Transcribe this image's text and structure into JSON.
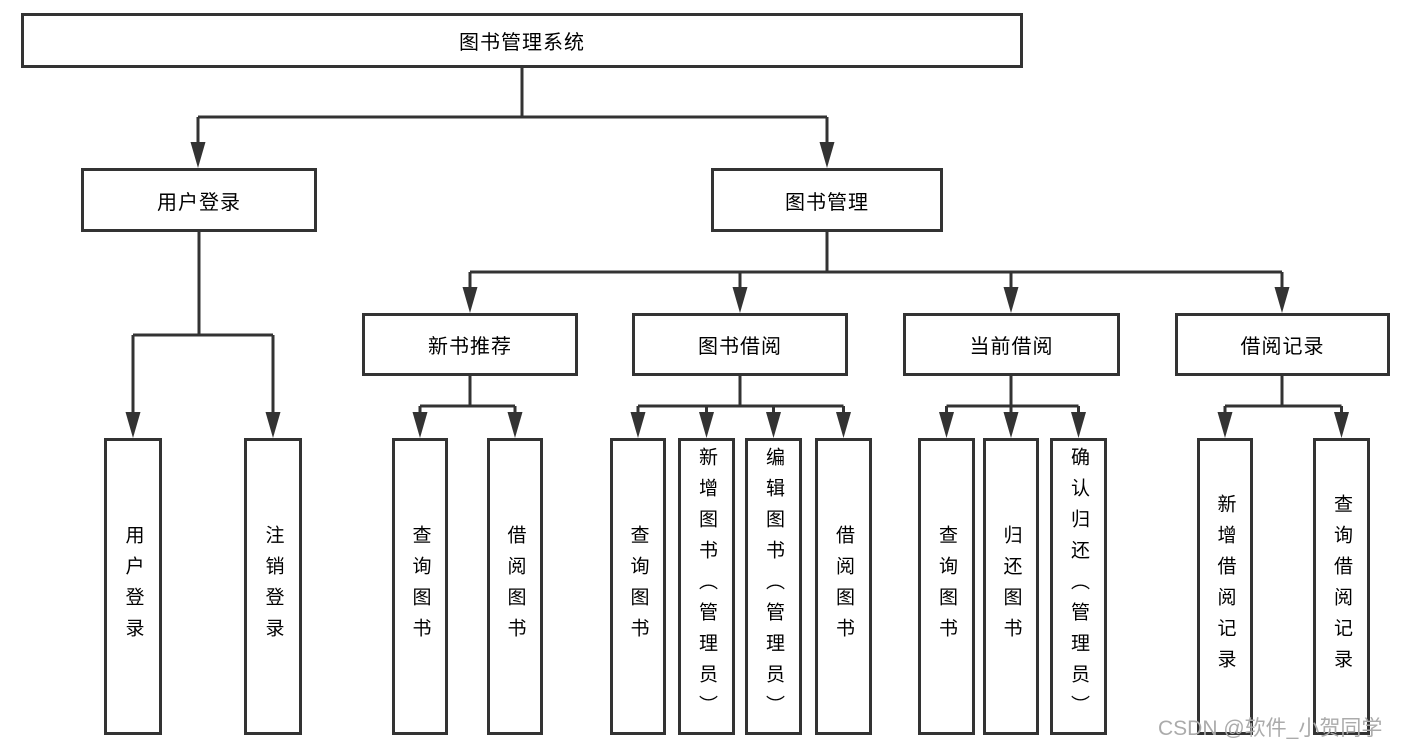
{
  "tree": {
    "label": "图书管理系统",
    "children": [
      {
        "label": "用户登录",
        "children": [
          {
            "label": "用户登录"
          },
          {
            "label": "注销登录"
          }
        ]
      },
      {
        "label": "图书管理",
        "children": [
          {
            "label": "新书推荐",
            "children": [
              {
                "label": "查询图书"
              },
              {
                "label": "借阅图书"
              }
            ]
          },
          {
            "label": "图书借阅",
            "children": [
              {
                "label": "查询图书"
              },
              {
                "label": "新增图书（管理员）"
              },
              {
                "label": "编辑图书（管理员）"
              },
              {
                "label": "借阅图书"
              }
            ]
          },
          {
            "label": "当前借阅",
            "children": [
              {
                "label": "查询图书"
              },
              {
                "label": "归还图书"
              },
              {
                "label": "确认归还（管理员）"
              }
            ]
          },
          {
            "label": "借阅记录",
            "children": [
              {
                "label": "新增借阅记录"
              },
              {
                "label": "查询借阅记录"
              }
            ]
          }
        ]
      }
    ]
  },
  "watermark": {
    "text": "CSDN @软件_小贺同学"
  },
  "colors": {
    "line": "#333333",
    "box_border": "#333333",
    "box_fill": "#ffffff",
    "text": "#000000",
    "watermark": "#ababab"
  }
}
